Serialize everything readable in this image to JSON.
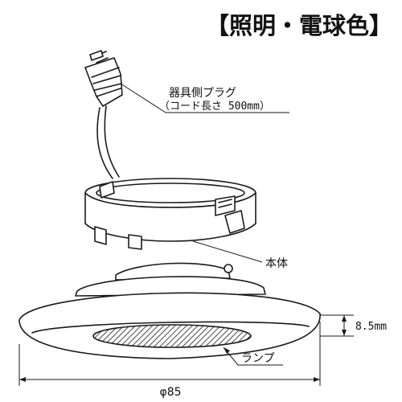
{
  "title": "【照明・電球色】",
  "labels": {
    "plug_line1": "器具側プラグ",
    "plug_line2": "（コード長さ 500mm）",
    "body": "本体",
    "lamp": "ランプ",
    "height_dim": "8.5mm",
    "diameter_dim": "φ85"
  },
  "colors": {
    "ink": "#1a1a1a",
    "background": "#ffffff"
  }
}
